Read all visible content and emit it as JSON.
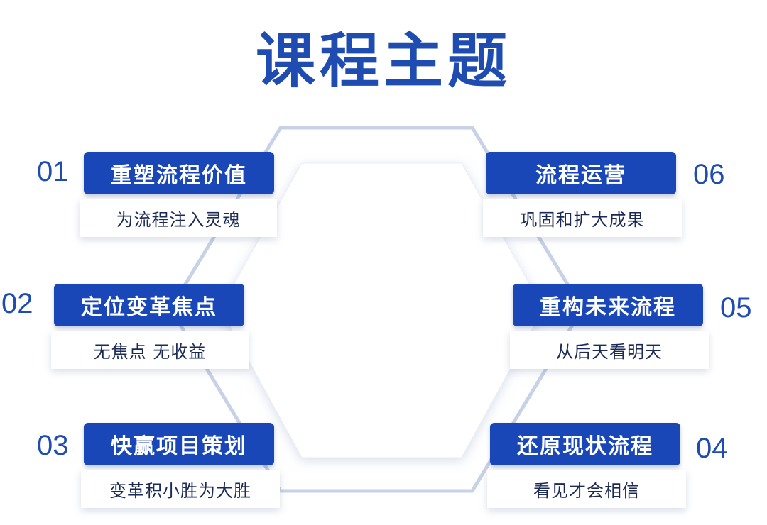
{
  "title": "课程主题",
  "colors": {
    "primary": "#1a47b8",
    "title": "#1e4cb0",
    "outline": "#c7d2e6"
  },
  "items": [
    {
      "number": "01",
      "label": "重塑流程价值",
      "sub": "为流程注入灵魂"
    },
    {
      "number": "02",
      "label": "定位变革焦点",
      "sub": "无焦点 无收益"
    },
    {
      "number": "03",
      "label": "快赢项目策划",
      "sub": "变革积小胜为大胜"
    },
    {
      "number": "04",
      "label": "还原现状流程",
      "sub": "看见才会相信"
    },
    {
      "number": "05",
      "label": "重构未来流程",
      "sub": "从后天看明天"
    },
    {
      "number": "06",
      "label": "流程运营",
      "sub": "巩固和扩大成果"
    }
  ]
}
